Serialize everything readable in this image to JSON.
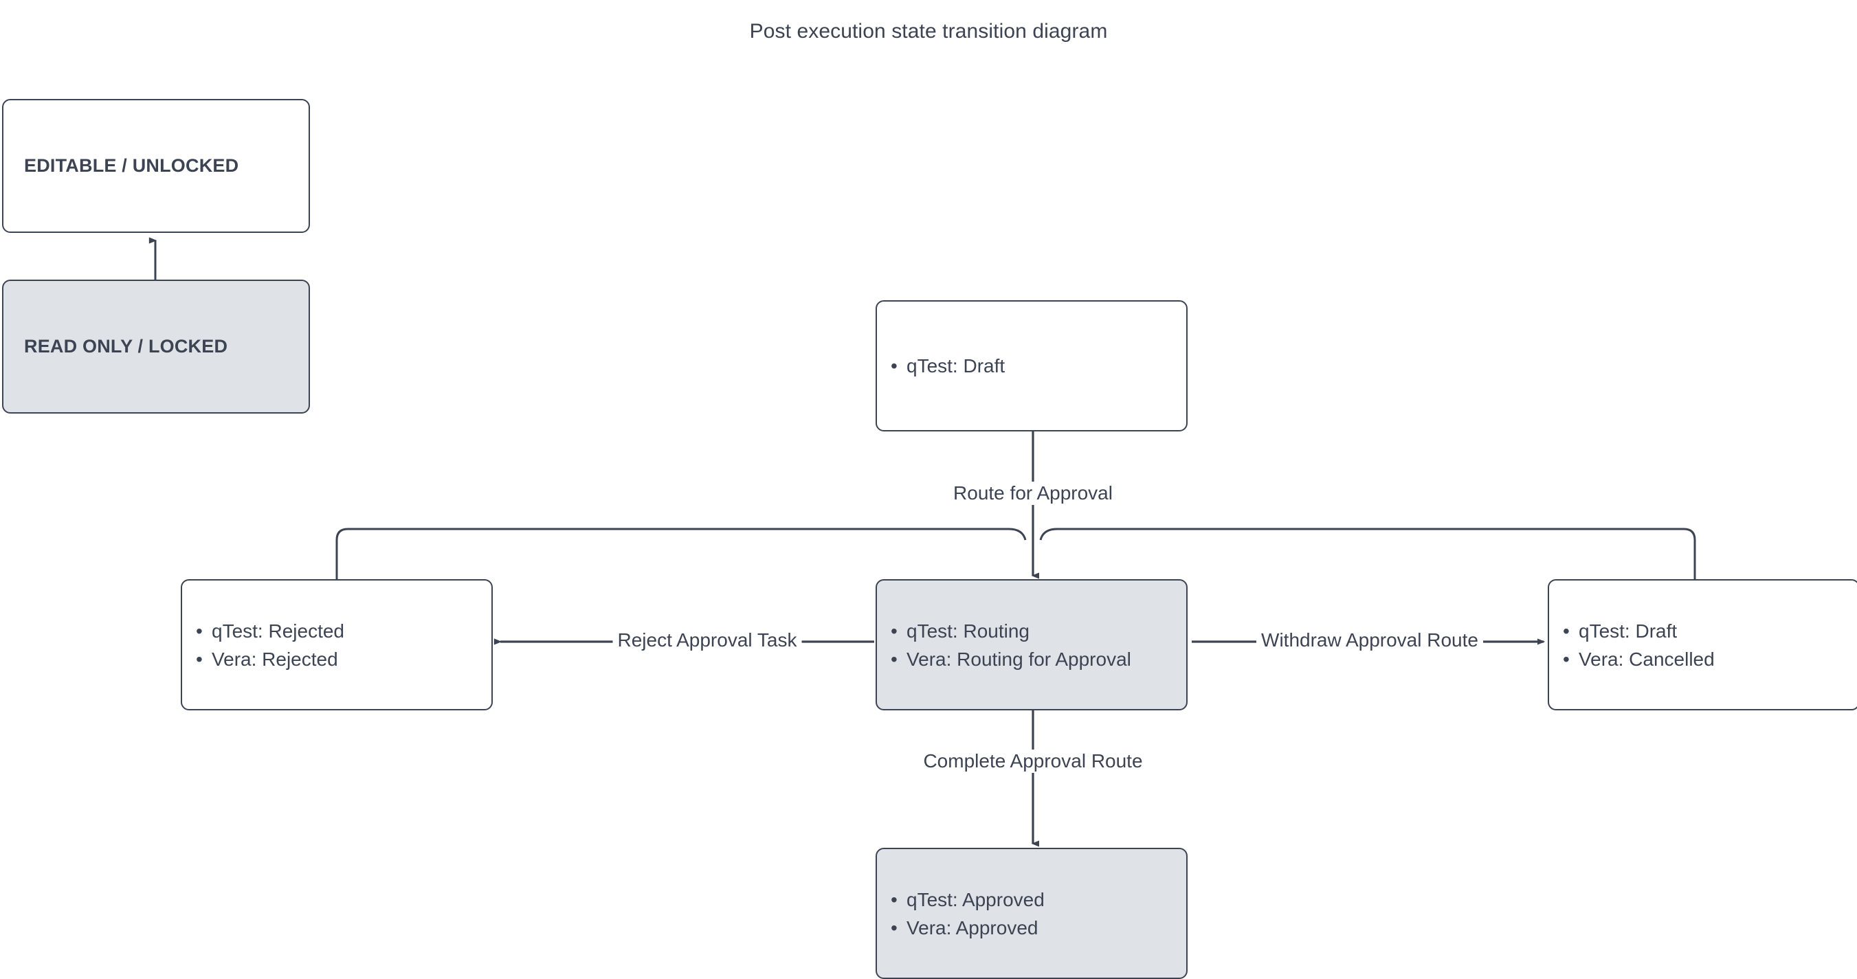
{
  "diagram": {
    "title": "Post execution state transition diagram",
    "type": "state-transition",
    "colors": {
      "stroke": "#3c4352",
      "text": "#3c4352",
      "fill_editable": "#ffffff",
      "fill_locked": "#dfe2e7",
      "background": "#ffffff"
    },
    "legend": {
      "editable_label": "EDITABLE / UNLOCKED",
      "locked_label": "READ ONLY / LOCKED"
    },
    "nodes": [
      {
        "id": "draft",
        "fill": "editable",
        "lines": [
          "qTest: Draft"
        ]
      },
      {
        "id": "rejected",
        "fill": "editable",
        "lines": [
          "qTest: Rejected",
          "Vera: Rejected"
        ]
      },
      {
        "id": "routing",
        "fill": "locked",
        "lines": [
          "qTest: Routing",
          "Vera: Routing for Approval"
        ]
      },
      {
        "id": "cancelled",
        "fill": "editable",
        "lines": [
          "qTest: Draft",
          "Vera: Cancelled"
        ]
      },
      {
        "id": "approved",
        "fill": "locked",
        "lines": [
          "qTest: Approved",
          "Vera: Approved"
        ]
      }
    ],
    "edges": [
      {
        "id": "route-for-approval",
        "from": "draft",
        "to": "routing",
        "label": "Route for Approval"
      },
      {
        "id": "reject-approval-task",
        "from": "routing",
        "to": "rejected",
        "label": "Reject Approval Task"
      },
      {
        "id": "withdraw-approval-route",
        "from": "routing",
        "to": "cancelled",
        "label": "Withdraw Approval Route"
      },
      {
        "id": "complete-approval-route",
        "from": "routing",
        "to": "approved",
        "label": "Complete Approval Route"
      }
    ]
  }
}
